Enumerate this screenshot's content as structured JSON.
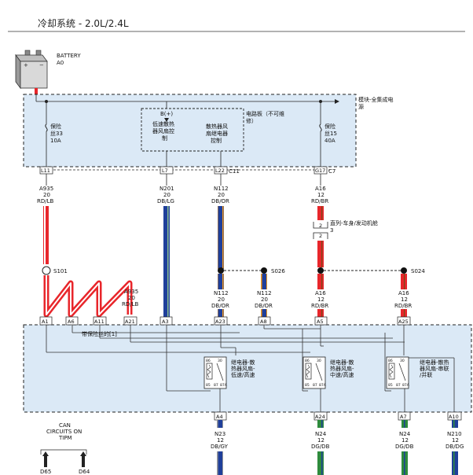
{
  "header": {
    "title": "冷却系统 - 2.0L/2.4L"
  },
  "battery": {
    "name": "BATTERY",
    "id": "A0"
  },
  "top_module": {
    "title_line1": "模块-全集成电",
    "title_line2": "源",
    "board_line1": "电路板（不可维",
    "board_line2": "修）",
    "b_plus": "B(+)",
    "fuse_left": {
      "line1": "保险",
      "line2": "丝33",
      "line3": "10A"
    },
    "fuse_right": {
      "line1": "保险",
      "line2": "丝15",
      "line3": "40A"
    },
    "ctrl_low_line1": "低速散热",
    "ctrl_low_line2": "器风扇控",
    "ctrl_low_line3": "制",
    "ctrl_relay_line1": "散热器风",
    "ctrl_relay_line2": "扇继电器",
    "ctrl_relay_line3": "控制",
    "pins": [
      "L11",
      "L7",
      "L22",
      "G17"
    ],
    "connector_c11": "C11",
    "connector_c7": "C7"
  },
  "wires_top": [
    {
      "circuit": "A935",
      "gauge": "20",
      "color": "RD/LB"
    },
    {
      "circuit": "N201",
      "gauge": "20",
      "color": "DB/LG"
    },
    {
      "circuit": "N112",
      "gauge": "20",
      "color": "DB/OR"
    },
    {
      "circuit": "A16",
      "gauge": "12",
      "color": "RD/BR"
    }
  ],
  "inline_connector": {
    "pin_top": "2",
    "pin_bottom": "2",
    "text_line1": "直列-车身/发动机舱",
    "text_line2": "3"
  },
  "splices": [
    "S101",
    "S026",
    "S024"
  ],
  "wires_mid": [
    {
      "circuit": "A935",
      "gauge": "20",
      "color": "RD/LB"
    },
    {
      "circuit": "N112",
      "gauge": "20",
      "color": "DB/OR"
    },
    {
      "circuit": "N112",
      "gauge": "20",
      "color": "DB/OR"
    },
    {
      "circuit": "A16",
      "gauge": "12",
      "color": "RD/BR"
    },
    {
      "circuit": "A16",
      "gauge": "12",
      "color": "RD/BR"
    }
  ],
  "bottom_module": {
    "pins_top": [
      "A1",
      "A6",
      "A11",
      "A21",
      "A3",
      "A23",
      "A8",
      "A5",
      "A25"
    ],
    "fuse_note": "带保险丝的[1]",
    "relay_low": {
      "line1": "继电器-散",
      "line2": "热器风扇-",
      "line3": "低速/高速"
    },
    "relay_mid": {
      "line1": "继电器-散",
      "line2": "热器风扇-",
      "line3": "中速/高速"
    },
    "relay_ser": {
      "line1": "继电器-散热",
      "line2": "器风扇-串联",
      "line3": "/并联"
    },
    "relay_pins": [
      "30",
      "86",
      "85",
      "87",
      "87A"
    ],
    "pins_bottom": [
      "A4",
      "A24",
      "A7",
      "A10"
    ]
  },
  "wires_bottom": [
    {
      "circuit": "N23",
      "gauge": "12",
      "color": "DB/GY"
    },
    {
      "circuit": "N24",
      "gauge": "12",
      "color": "DG/DB"
    },
    {
      "circuit": "N24",
      "gauge": "12",
      "color": "DG/DB"
    },
    {
      "circuit": "N210",
      "gauge": "12",
      "color": "DB/DG"
    }
  ],
  "can": {
    "line1": "CAN",
    "line2": "CIRCUITS ON",
    "line3": "TIPM",
    "refs": [
      "D65",
      "D64"
    ]
  },
  "colors": {
    "module_fill": "#dbe9f6",
    "red": "#e8262b",
    "blue": "#1f3f9a",
    "green": "#2e8b3c",
    "gray": "#8a8a8a",
    "orange": "#f39a1e",
    "lightblue": "#7fb0e0",
    "brown": "#7a4a1a"
  }
}
